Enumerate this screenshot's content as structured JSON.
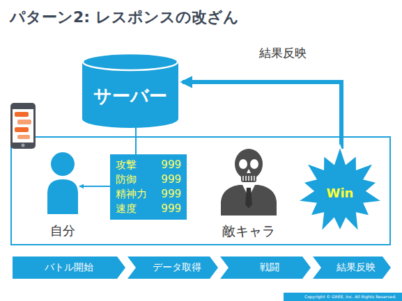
{
  "diagram": {
    "title": "パターン2: レスポンスの改ざん",
    "nodes": [
      {
        "text": [
          "サーバー"
        ]
      },
      {
        "text": [
          "攻撃",
          "999",
          "防御",
          "999",
          "精神力",
          "999",
          "速度",
          "999"
        ]
      },
      {
        "text": [
          "自分"
        ]
      },
      {
        "text": [
          "敵キャラ"
        ]
      },
      {
        "text": [
          "Win"
        ]
      },
      {
        "text": [
          "バトル開始"
        ]
      },
      {
        "text": [
          "データ取得"
        ]
      },
      {
        "text": [
          "戦闘"
        ]
      },
      {
        "text": [
          "結果反映"
        ]
      }
    ],
    "edges": [
      {
        "from": 0,
        "to": 1,
        "arrow": "none"
      },
      {
        "from": 1,
        "to": 2,
        "arrow": "to"
      },
      {
        "from": 4,
        "to": 0,
        "arrow": "to",
        "label": "結果反映"
      }
    ],
    "labels": [
      "Copyright © GREE, Inc. All Rights Reserved."
    ]
  }
}
